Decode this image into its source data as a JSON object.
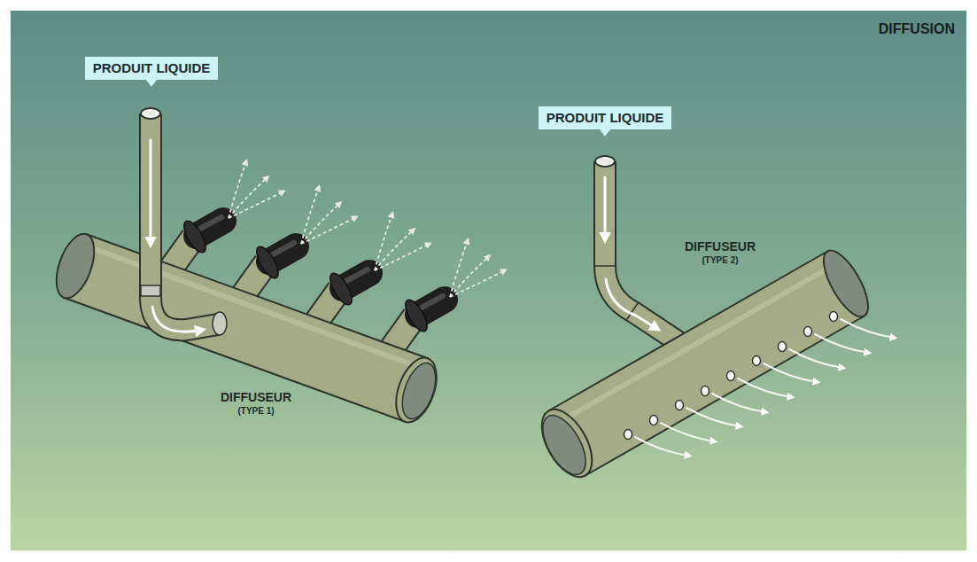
{
  "diagram": {
    "title": "DIFFUSION",
    "nodes": [
      {
        "text": [
          "PRODUIT LIQUIDE"
        ]
      },
      {
        "text": [
          "PRODUIT LIQUIDE"
        ]
      }
    ],
    "labels": [
      "DIFFUSEUR",
      "(TYPE 1)",
      "DIFFUSEUR",
      "(TYPE 2)"
    ]
  }
}
